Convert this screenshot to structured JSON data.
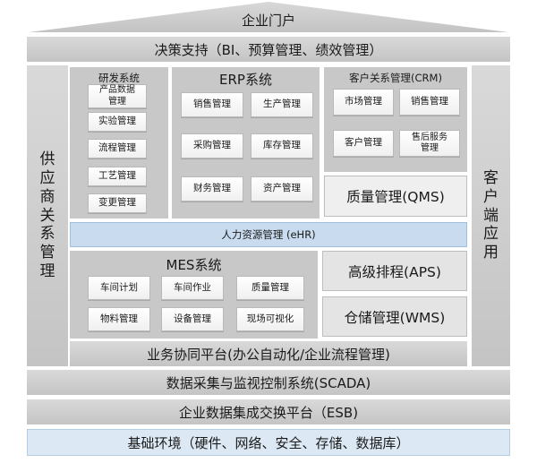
{
  "portal": {
    "label": "企业门户"
  },
  "decision": {
    "label": "决策支持（BI、预算管理、绩效管理）"
  },
  "supplier": {
    "label": "供应商关系管理",
    "chars": [
      "供",
      "应",
      "商",
      "关",
      "系",
      "管",
      "理"
    ]
  },
  "customer_app": {
    "label": "客户端应用",
    "chars": [
      "客",
      "户",
      "端",
      "应",
      "用"
    ]
  },
  "rd": {
    "title": "研发系统",
    "items": [
      "产品数据管理",
      "实验管理",
      "流程管理",
      "工艺管理",
      "变更管理"
    ],
    "item0_lines": [
      "产品数据",
      "管理"
    ]
  },
  "erp": {
    "title": "ERP系统",
    "items": [
      "销售管理",
      "生产管理",
      "采购管理",
      "库存管理",
      "财务管理",
      "资产管理"
    ]
  },
  "crm": {
    "title": "客户关系管理(CRM)",
    "items": [
      "市场管理",
      "销售管理",
      "客户管理",
      "售后服务管理"
    ],
    "item3_lines": [
      "售后服务",
      "管理"
    ]
  },
  "qms": {
    "label": "质量管理(QMS)"
  },
  "ehr": {
    "label": "人力资源管理 (eHR)"
  },
  "mes": {
    "title": "MES系统",
    "items": [
      "车间计划",
      "车间作业",
      "质量管理",
      "物料管理",
      "设备管理",
      "现场可视化"
    ]
  },
  "aps": {
    "label": "高级排程(APS)"
  },
  "wms": {
    "label": "仓储管理(WMS)"
  },
  "collab": {
    "label": "业务协同平台(办公自动化/企业流程管理)"
  },
  "scada": {
    "label": "数据采集与监视控制系统(SCADA)"
  },
  "esb": {
    "label": "企业数据集成交换平台（ESB)"
  },
  "infra": {
    "label": "基础环境（硬件、网络、安全、存储、数据库）"
  },
  "colors": {
    "panel": "#c8c8c8",
    "ehr_bar": "#c9dcef",
    "infra_bar": "#dce9f5"
  }
}
